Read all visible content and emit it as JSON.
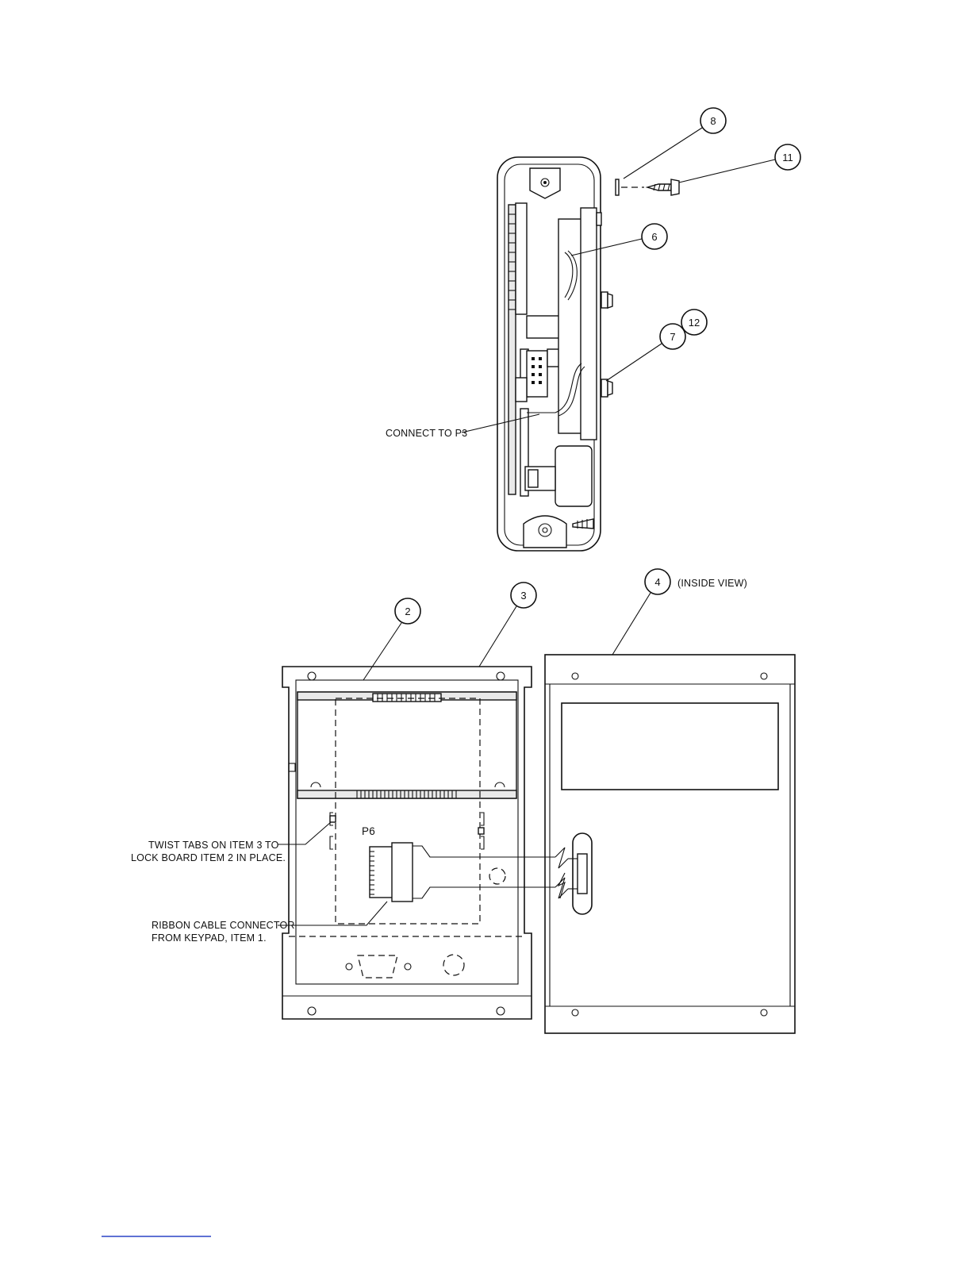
{
  "side_view": {
    "callouts": [
      {
        "id": "item-8",
        "text": "8"
      },
      {
        "id": "item-11",
        "text": "11"
      },
      {
        "id": "item-6",
        "text": "6"
      },
      {
        "id": "item-7",
        "text": "7"
      },
      {
        "id": "item-12",
        "text": "12"
      }
    ],
    "connect_label": "CONNECT TO P3"
  },
  "front_view": {
    "callouts": [
      {
        "id": "item-2",
        "text": "2"
      },
      {
        "id": "item-3",
        "text": "3"
      },
      {
        "id": "item-4",
        "text": "4"
      }
    ],
    "inside_view_label": "(INSIDE VIEW)",
    "twist_tabs_line1": "TWIST TABS ON ITEM 3 TO",
    "twist_tabs_line2": "LOCK BOARD ITEM 2 IN PLACE.",
    "ribbon_line1": "RIBBON CABLE CONNECTOR",
    "ribbon_line2": "FROM KEYPAD, ITEM 1.",
    "p6_label": "P6"
  }
}
